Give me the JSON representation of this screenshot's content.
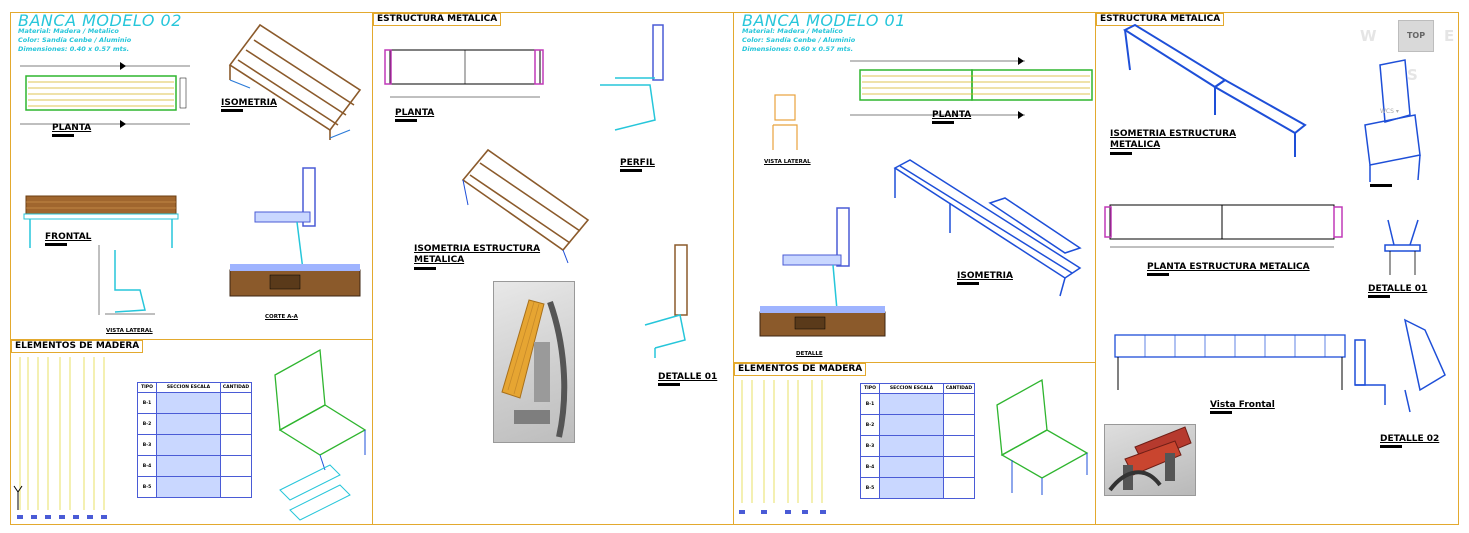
{
  "viewcube": {
    "label": "TOP"
  },
  "hud": {
    "w": "W",
    "e": "E",
    "s": "S",
    "ucs": "WCS"
  },
  "model_02": {
    "title": "BANCA MODELO 02",
    "specs": [
      "Material: Madera / Metalico",
      "Color: Sandía Cenbe / Aluminio",
      "Dimensiones: 0.40 x 0.57 mts."
    ],
    "views": {
      "planta": "PLANTA",
      "isometria": "ISOMETRIA",
      "frontal": "FRONTAL",
      "vista_lateral": "VISTA LATERAL",
      "corte": "CORTE A-A"
    },
    "section_estructura": "ESTRUCTURA METALICA",
    "section_elementos": "ELEMENTOS DE MADERA",
    "estructura_views": {
      "planta": "PLANTA",
      "perfil": "PERFIL",
      "isometria_l1": "ISOMETRIA ESTRUCTURA",
      "isometria_l2": "METALICA",
      "detalle": "DETALLE 01"
    },
    "table_header": [
      "TIPO",
      "SECCION ESCALA",
      "CANTIDAD"
    ],
    "table_types": [
      "B-1",
      "B-2",
      "B-3",
      "B-4",
      "B-5"
    ]
  },
  "model_01": {
    "title": "BANCA MODELO 01",
    "specs": [
      "Material: Madera / Metalico",
      "Color: Sandía Cenbe / Aluminio",
      "Dimensiones: 0.60 x 0.57 mts."
    ],
    "views": {
      "vista_lateral": "VISTA LATERAL",
      "planta": "PLANTA",
      "isometria": "ISOMETRIA",
      "detalle": "DETALLE"
    },
    "section_elementos": "ELEMENTOS DE MADERA",
    "section_estructura": "ESTRUCTURA METALICA",
    "estructura_views": {
      "isometria_l1": "ISOMETRIA ESTRUCTURA",
      "isometria_l2": "METALICA",
      "planta": "PLANTA ESTRUCTURA METALICA",
      "vista_frontal": "Vista Frontal",
      "detalle_01": "DETALLE 01",
      "detalle_02": "DETALLE 02"
    },
    "table_header": [
      "TIPO",
      "SECCION ESCALA",
      "CANTIDAD"
    ],
    "table_types": [
      "B-1",
      "B-2",
      "B-3",
      "B-4",
      "B-5"
    ]
  },
  "colors": {
    "frame": "#e3a92e",
    "cyan": "#26c6da",
    "wood": "#8b5a2b",
    "steel": "#1e4fd8",
    "green": "#2fb52f",
    "yellow": "#e8e066",
    "magenta": "#c03ab8"
  }
}
